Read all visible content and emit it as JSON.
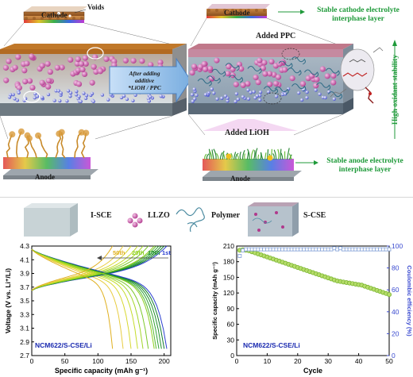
{
  "top": {
    "left_cathode": "Cathode",
    "voids": "Voids",
    "left_anode": "Anode",
    "arrow_line1": "After adding",
    "arrow_line2": "additive",
    "arrow_line3": "*LiOH / PPC",
    "right_cathode": "Cathode",
    "added_ppc": "Added PPC",
    "added_lioh": "Added LiOH",
    "right_anode": "Anode",
    "stable_cathode": "Stable cathode electrolyte interphase layer",
    "high_oxidant": "High oxidant stability",
    "stable_anode": "Stable anode electrolyte interphase layer"
  },
  "legend": {
    "iscE": "I-SCE",
    "llzo": "LLZO",
    "polymer": "Polymer",
    "scse": "S-CSE"
  },
  "colors": {
    "accent_green": "#1f9a3a",
    "cathode_brown": "#a0632a",
    "series_blue": "#2a3fd0",
    "efficiency_blue": "#7f9ed6",
    "capacity_green": "#79b530"
  },
  "chart_data": [
    {
      "type": "line",
      "xlabel": "Specific capacity (mAh g⁻¹)",
      "ylabel": "Voltage (V vs. Li⁺/Li)",
      "xlim": [
        0,
        210
      ],
      "ylim": [
        2.7,
        4.3
      ],
      "xticks": [
        "0",
        "50",
        "100",
        "150",
        "200"
      ],
      "yticks": [
        "2.7",
        "2.9",
        "3.1",
        "3.3",
        "3.5",
        "3.7",
        "3.9",
        "4.1",
        "4.3"
      ],
      "annotation": "NCM622/S-CSE/Li",
      "series": [
        {
          "name": "1st",
          "color": "#2a3fd0",
          "capacity": 204
        },
        {
          "name": "10th",
          "color": "#1f8f2a",
          "capacity": 196
        },
        {
          "name": "20th",
          "color": "#8ccf1e",
          "capacity": 185
        },
        {
          "name": "50th",
          "color": "#e0b020",
          "capacity": 122
        }
      ],
      "extra_cycle_capacities": [
        200,
        192,
        188,
        176,
        168,
        160,
        150,
        138
      ]
    },
    {
      "type": "scatter",
      "xlabel": "Cycle",
      "ylabel": "Specific capacity (mAh g⁻¹)",
      "y2label": "Coulombic efficiency (%)",
      "xlim": [
        0,
        50
      ],
      "ylim": [
        0,
        210
      ],
      "y2lim": [
        0,
        100
      ],
      "xticks": [
        "0",
        "10",
        "20",
        "30",
        "40",
        "50"
      ],
      "yticks": [
        "0",
        "30",
        "60",
        "90",
        "120",
        "150",
        "180",
        "210"
      ],
      "y2ticks": [
        "0",
        "20",
        "40",
        "60",
        "80",
        "100"
      ],
      "annotation": "NCM622/S-CSE/Li",
      "series": [
        {
          "name": "Specific capacity",
          "color": "#79b530",
          "x": [
            1,
            2,
            3,
            4,
            5,
            6,
            7,
            8,
            9,
            10,
            11,
            12,
            13,
            14,
            15,
            16,
            17,
            18,
            19,
            20,
            21,
            22,
            23,
            24,
            25,
            26,
            27,
            28,
            29,
            30,
            31,
            32,
            33,
            34,
            35,
            36,
            37,
            38,
            39,
            40,
            41,
            42,
            43,
            44,
            45,
            46,
            47,
            48,
            49,
            50
          ],
          "values": [
            202,
            203,
            202,
            201,
            199,
            197,
            195,
            193,
            191,
            189,
            187,
            185,
            183,
            181,
            179,
            177,
            175,
            173,
            171,
            169,
            167,
            165,
            163,
            161,
            159,
            157,
            155,
            153,
            151,
            149,
            147,
            145,
            143,
            142,
            141,
            140,
            139,
            138,
            137,
            136,
            135,
            133,
            131,
            129,
            127,
            125,
            123,
            121,
            119,
            117
          ]
        },
        {
          "name": "Coulombic efficiency",
          "color": "#7f9ed6",
          "x": [
            1,
            2,
            3,
            4,
            5,
            6,
            7,
            8,
            9,
            10,
            11,
            12,
            13,
            14,
            15,
            16,
            17,
            18,
            19,
            20,
            21,
            22,
            23,
            24,
            25,
            26,
            27,
            28,
            29,
            30,
            31,
            32,
            33,
            34,
            35,
            36,
            37,
            38,
            39,
            40,
            41,
            42,
            43,
            44,
            45,
            46,
            47,
            48,
            49,
            50
          ],
          "values": [
            91,
            96,
            97,
            97,
            97,
            97,
            97,
            97,
            97,
            97,
            97,
            97,
            97,
            97,
            97,
            97,
            97,
            97,
            97,
            97,
            97,
            97,
            97,
            97,
            97,
            97,
            97,
            97,
            97,
            97,
            97,
            98,
            97,
            98,
            97,
            97,
            97,
            97,
            97,
            97,
            97,
            97,
            97,
            97,
            97,
            97,
            97,
            97,
            97,
            97
          ]
        }
      ]
    }
  ]
}
